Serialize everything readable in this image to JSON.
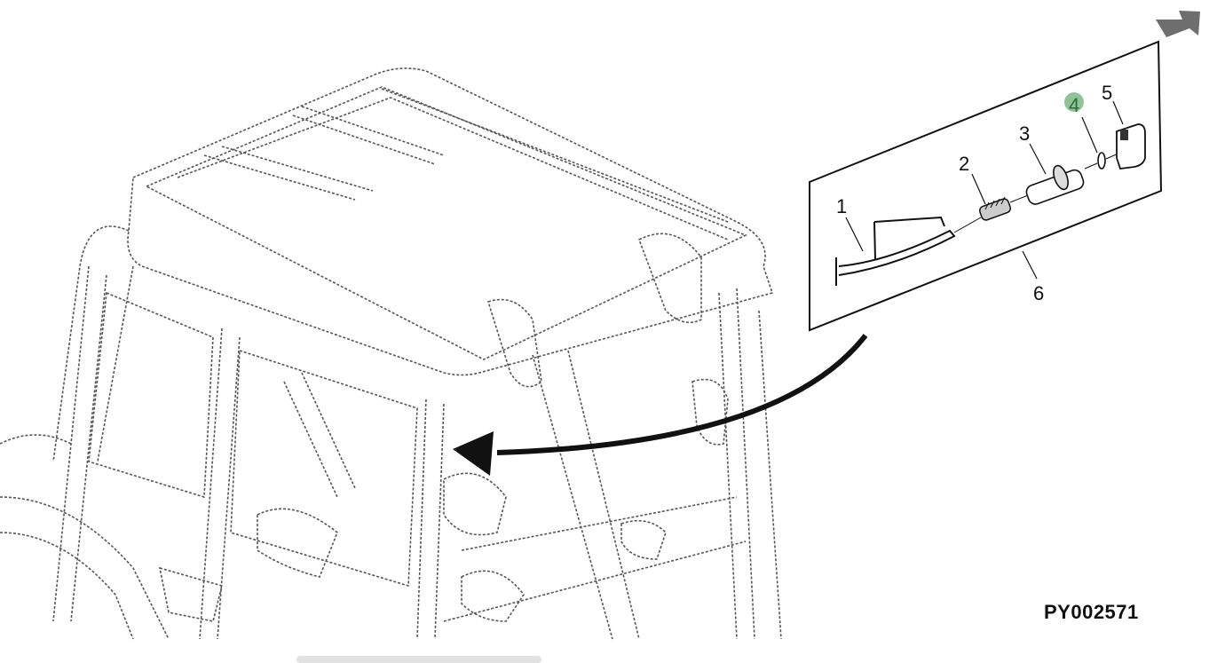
{
  "diagram": {
    "figure_code": "PY002571",
    "callouts": [
      {
        "label": "1"
      },
      {
        "label": "2"
      },
      {
        "label": "3"
      },
      {
        "label": "4",
        "highlighted": true
      },
      {
        "label": "5"
      },
      {
        "label": "6"
      }
    ],
    "highlight_color": "#8fc498",
    "next_arrow_color": "#6e6e6e"
  }
}
